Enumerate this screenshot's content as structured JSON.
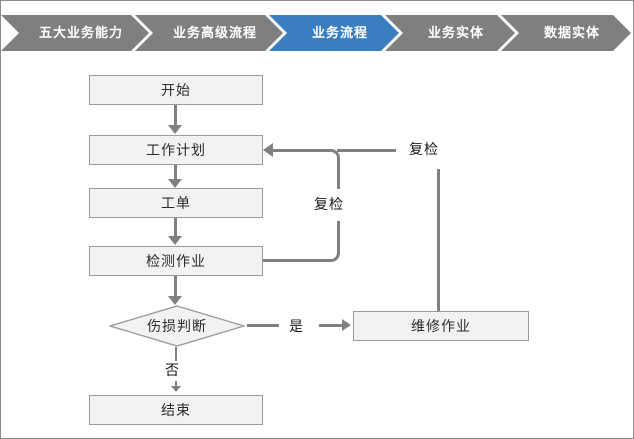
{
  "breadcrumb": {
    "items": [
      {
        "label": "五大业务能力",
        "active": false
      },
      {
        "label": "业务高级流程",
        "active": false
      },
      {
        "label": "业务流程",
        "active": true
      },
      {
        "label": "业务实体",
        "active": false
      },
      {
        "label": "数据实体",
        "active": false
      }
    ],
    "colors": {
      "inactive": "#7f7f7f",
      "active": "#3a7ebf",
      "text": "#ffffff"
    }
  },
  "flowchart": {
    "colors": {
      "node_fill": "#f2f2f2",
      "node_border": "#9a9a9a",
      "connector": "#808080",
      "text": "#2b2b2b"
    },
    "nodes": {
      "start": "开始",
      "work_plan": "工作计划",
      "work_order": "工单",
      "inspection": "检测作业",
      "decision": "伤损判断",
      "repair": "维修作业",
      "end": "结束"
    },
    "edge_labels": {
      "yes": "是",
      "no": "否",
      "recheck_inspection": "复检",
      "recheck_repair": "复检"
    }
  }
}
